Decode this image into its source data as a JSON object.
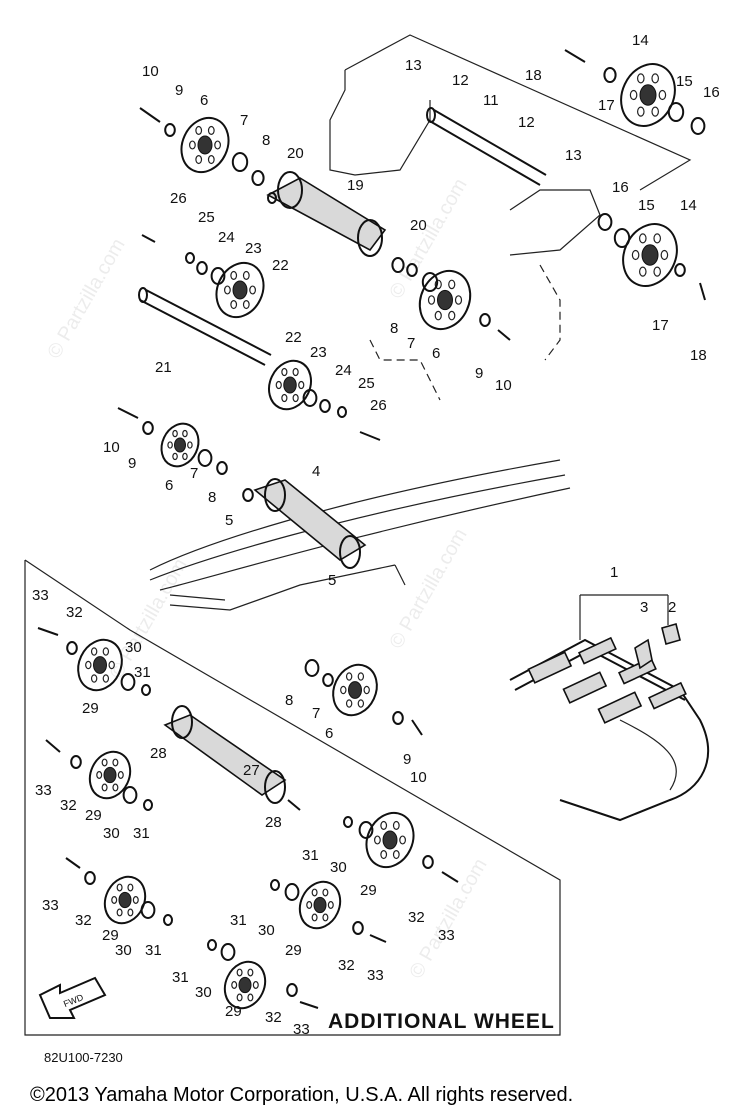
{
  "diagram": {
    "callouts_upper": [
      "10",
      "9",
      "6",
      "7",
      "8",
      "20",
      "19",
      "26",
      "25",
      "24",
      "23",
      "22",
      "21",
      "22",
      "23",
      "24",
      "25",
      "26",
      "13",
      "12",
      "11",
      "12",
      "13",
      "18",
      "17",
      "14",
      "15",
      "16",
      "16",
      "15",
      "14",
      "17",
      "18",
      "20",
      "8",
      "7",
      "6",
      "9",
      "10",
      "10",
      "9",
      "6",
      "7",
      "8",
      "4",
      "5",
      "5",
      "1",
      "3",
      "2",
      "8",
      "7",
      "6",
      "9",
      "10"
    ],
    "callouts_lower": [
      "33",
      "32",
      "30",
      "31",
      "29",
      "28",
      "27",
      "28",
      "33",
      "32",
      "29",
      "30",
      "31",
      "31",
      "30",
      "29",
      "33",
      "32",
      "29",
      "30",
      "31",
      "31",
      "30",
      "29",
      "32",
      "33",
      "31",
      "30",
      "29",
      "32",
      "33",
      "32",
      "33"
    ],
    "additional_wheel_label": "ADDITIONAL WHEEL",
    "fwd_label": "FWD",
    "diagram_code": "82U100-7230",
    "watermark": "© Partzilla.com"
  },
  "footer": {
    "copyright": "©2013  Yamaha Motor Corporation, U.S.A. All rights reserved."
  }
}
